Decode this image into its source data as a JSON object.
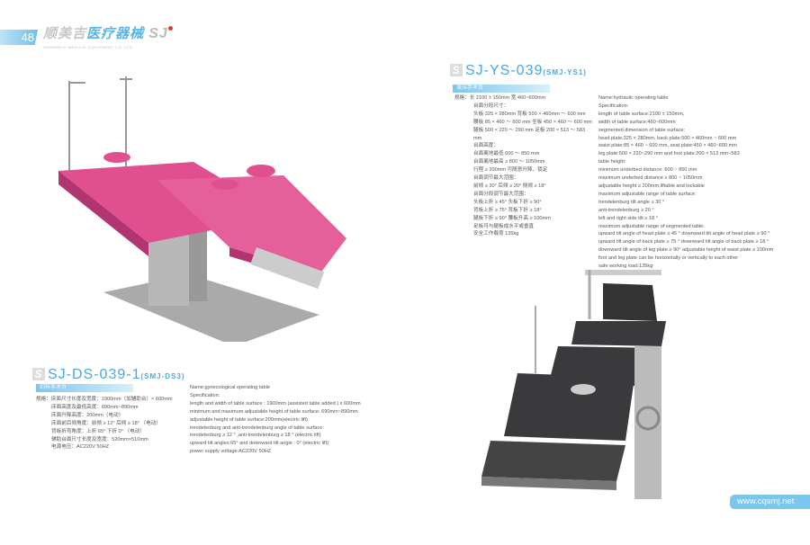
{
  "header": {
    "page_number": "48",
    "brand_gray": "顺美吉",
    "brand_blue": "医疗器械",
    "brand_en": "SHUNMEIJI MEDICAL EQUIPMENT CO.,LTD",
    "logo": "SJ"
  },
  "product_right": {
    "model": "SJ-YS-039",
    "code": "(SMJ-YS1)",
    "category": "液压手术台",
    "cn_lines": [
      "规格：长 2100 ± 150mm 宽 460~600mm",
      "台面分段尺寸：",
      "头板 325 × 280mm 背板 500 × 460mm ～ 600 mm",
      "腰板 85 × 460 ～ 600 mm 坐板 450 × 460 ～ 600 mm",
      "腿板 500 × 220 ～ 290 mm 足板 200 × 513 ～ 583 mm",
      "台面高度：",
      "台面离地最低 600 ～ 850 mm",
      "台面离地最高 ≥ 800 ～ 1050mm",
      "行程 ≥ 200mm 可随意升降、锁定",
      "台面调节最大范围：",
      "前倾 ≥ 30°  后倾 ≥ 20°  侧倾 ≥ 18°",
      "台面分段调节最大范围：",
      "头板上折 ≥ 45°  头板下折 ≥ 90°",
      "背板上折 ≥ 75°  背板下折 ≥ 18°",
      "腿板下折 ≥ 90°  腰板升高 ≥ 100mm",
      "足板可与腿板成水平或垂直",
      "安全工作载荷 135kg"
    ],
    "en_lines": [
      "Name:hydraulic operating table",
      "Specification:",
      "length of table surface:2100 ± 150mm,",
      "width of table surface:460~600mm",
      "segmented dimension of table surface:",
      "head plate:325 × 280mm, back plate:500 × 460mm ~ 600 mm",
      "waist plate:85 × 460 ~ 600 mm, seat plate:450 × 460~600 mm",
      "leg plate:500 × 220~290 mm and foot plate:200 × 513 mm~583",
      "table height:",
      "minimum underbed distance: 600 ~ 850 mm",
      "maximum underbed distance ≥ 800 ~ 1050mm",
      "adjustable height ≥ 200mm,liftable and lockable",
      "maximum adjustable range of table surface:",
      "trendelenburg tilt angle ≥ 30 °",
      "anti-trendelenburg ≥ 20 °",
      "left and right side tilt ≥ 18 °",
      "maximum adjustable range of segmented table:",
      "upward tilt angle of head plate ≥ 45 °   downward tilt angle of head plate ≥ 90 °",
      "upward tilt angle of back plate ≥ 75 °   downward tilt angle of back plate ≥ 18 °",
      "downward tilt angle of leg plate ≥ 90°   adjustable height of waist plate ≥ 100mm",
      "foot and leg plate can be horizontally or vertically to each other",
      "safe working load:135kg"
    ]
  },
  "product_left": {
    "model": "SJ-DS-039-1",
    "code": "(SMJ-DS3)",
    "category": "妇科手术台",
    "cn_lines": [
      "规格：床面尺寸长度及宽度：1900mm（加辅助台）× 600mm",
      "床面高度及最低高度：690mm~890mm",
      "床面升降高度：200mm（电动）",
      "床面前后倾角度：前倾 ≥ 12°  后倾 ≥ 18°  （电动）",
      "背板折弯角度：上折 65°  下折 0°  （电动）",
      "辅助台面尺寸长度及宽度：520mm×510mm",
      "电源电压：AC220V   50HZ"
    ],
    "en_lines": [
      "Name:gynecological operating table",
      "Specification:",
      "length and width of table surface : 1900mm (assisted table added ) x 600mm",
      "minimum and maximum adjustable height of table surface: 690mm~890mm",
      "adjustable height of table surface:200mm(electric lift)",
      "trendelenburg and anti-trendelenburg angle of table surface:",
      "trendelenburg ≥ 12 °  ,anti-trendelenburg ≥ 18 °  (electric lift)",
      "upward tilt angles:65°  and downward tilt angle : 0°  (electric lift)",
      "power supply voltage:AC220V   50HZ"
    ]
  },
  "footer": {
    "url": "www.cqsmj.net"
  },
  "colors": {
    "accent": "#5ab4e6",
    "pink": "#e0508e",
    "dark_pad": "#3a3a3c"
  }
}
